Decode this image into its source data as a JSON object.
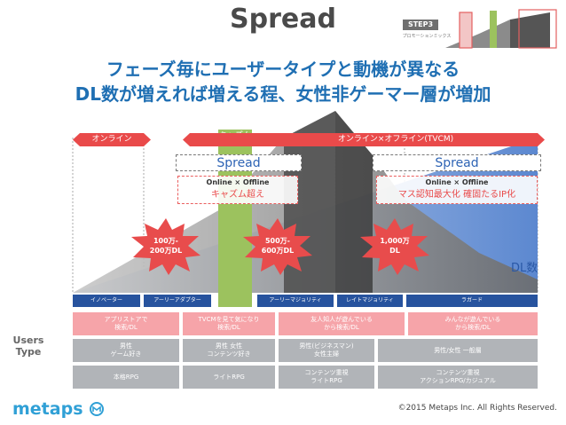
{
  "header": {
    "title": "Spread",
    "step_badge": "STEP3",
    "step_sub": "プロモーションミックス"
  },
  "headline": {
    "line1": "フェーズ毎にユーザータイプと動機が異なる",
    "line2": "DL数が増えれば増える程、女性非ゲーマー層が増加"
  },
  "channels": {
    "online": "オンライン",
    "chasm": "キャズム",
    "online_offline": "オンライン×オフライン(TVCM)"
  },
  "spread_labels": {
    "left": "Spread",
    "right": "Spread"
  },
  "offline_boxes": [
    {
      "title": "Online × Offline",
      "sub": "キャズム超え"
    },
    {
      "title": "Online × Offline",
      "sub": "マス認知最大化 確固たるIP化"
    }
  ],
  "bursts": [
    {
      "line1": "100万-",
      "line2": "200万DL"
    },
    {
      "line1": "500万-",
      "line2": "600万DL"
    },
    {
      "line1": "1,000万",
      "line2": "DL"
    }
  ],
  "dl_axis_label": "DL数",
  "phases": [
    "イノベーター",
    "アーリーアダプター",
    "アーリーマジョリティ",
    "レイトマジョリティ",
    "ラガード"
  ],
  "users_type": {
    "line1": "Users",
    "line2": "Type"
  },
  "motivation_row": [
    {
      "line1": "アプリストアで",
      "line2": "検索/DL"
    },
    {
      "line1": "TVCMを見て気になり",
      "line2": "検索/DL"
    },
    {
      "line1": "友人知人が遊んでいる",
      "line2": "から検索/DL"
    },
    {
      "line1": "みんなが遊んでいる",
      "line2": "から検索/DL"
    }
  ],
  "demographic_row": [
    {
      "line1": "男性",
      "line2": "ゲーム好き"
    },
    {
      "line1": "男性 女性",
      "line2": "コンテンツ好き"
    },
    {
      "line1": "男性(ビジネスマン)",
      "line2": "女性主婦"
    },
    {
      "line1": "男性/女性 一般層",
      "line2": ""
    }
  ],
  "genre_row": [
    {
      "line1": "本格RPG",
      "line2": ""
    },
    {
      "line1": "ライトRPG",
      "line2": ""
    },
    {
      "line1": "コンテンツ重視",
      "line2": "ライトRPG"
    },
    {
      "line1": "コンテンツ重視",
      "line2": "アクションRPG/カジュアル"
    }
  ],
  "footer": {
    "logo": "metaps",
    "copyright": "©2015 Metaps Inc. All Rights Reserved."
  },
  "colors": {
    "headline": "#1f6fb3",
    "phase_bar": "#27539e",
    "chasm_green": "#9cc25e",
    "burst_red": "#e84c4c",
    "pink_row": "#f6a4a9",
    "gray_row": "#b1b4b8"
  }
}
